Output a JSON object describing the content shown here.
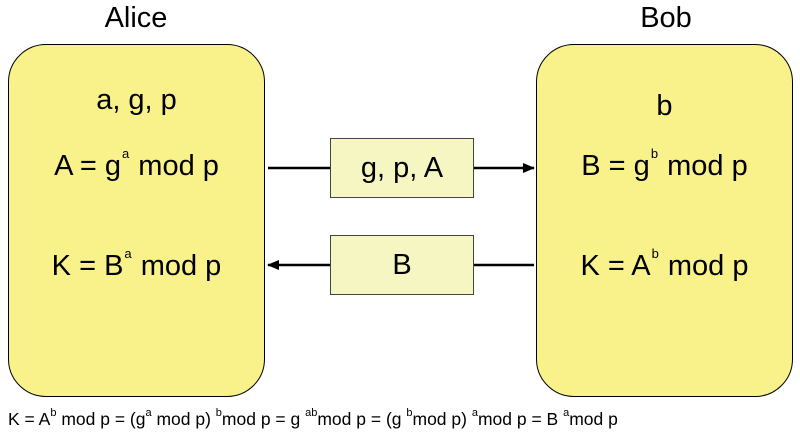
{
  "alice": {
    "name": "Alice",
    "params": "a, g, p",
    "compute_A": {
      "pre": "A = g",
      "exp": "a",
      "post": " mod p"
    },
    "compute_K": {
      "pre": "K = B",
      "exp": "a",
      "post": " mod p"
    }
  },
  "bob": {
    "name": "Bob",
    "params": "b",
    "compute_B": {
      "pre": "B = g",
      "exp": "b",
      "post": " mod p"
    },
    "compute_K": {
      "pre": "K = A",
      "exp": "b",
      "post": " mod p"
    }
  },
  "messages": {
    "to_bob": "g, p, A",
    "to_alice": "B"
  },
  "formula": {
    "p1": "K = A",
    "e1": "b",
    "p2": " mod p = (g",
    "e2": "a",
    "p3": " mod p) ",
    "e3": "b",
    "p4": "mod p = g ",
    "e4": "ab",
    "p5": "mod p = (g ",
    "e5": "b",
    "p6": "mod p) ",
    "e6": "a",
    "p7": "mod p = B ",
    "e7": "a",
    "p8": "mod p"
  },
  "colors": {
    "party_box": "#f9f18a",
    "message_box": "#f6f6c2",
    "outline": "#000000"
  }
}
